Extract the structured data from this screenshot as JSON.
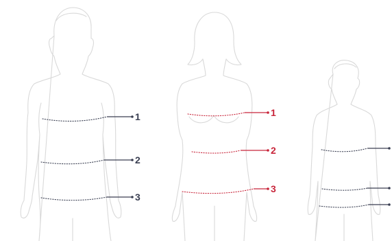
{
  "colors": {
    "outline": "#d9d9d9",
    "man": "#3a3f52",
    "woman": "#c8253a",
    "child": "#3a3f52"
  },
  "figures": [
    {
      "id": "man",
      "markers": [
        "1",
        "2",
        "3"
      ]
    },
    {
      "id": "woman",
      "markers": [
        "1",
        "2",
        "3"
      ]
    },
    {
      "id": "child",
      "markers": [
        "",
        "",
        ""
      ]
    }
  ]
}
